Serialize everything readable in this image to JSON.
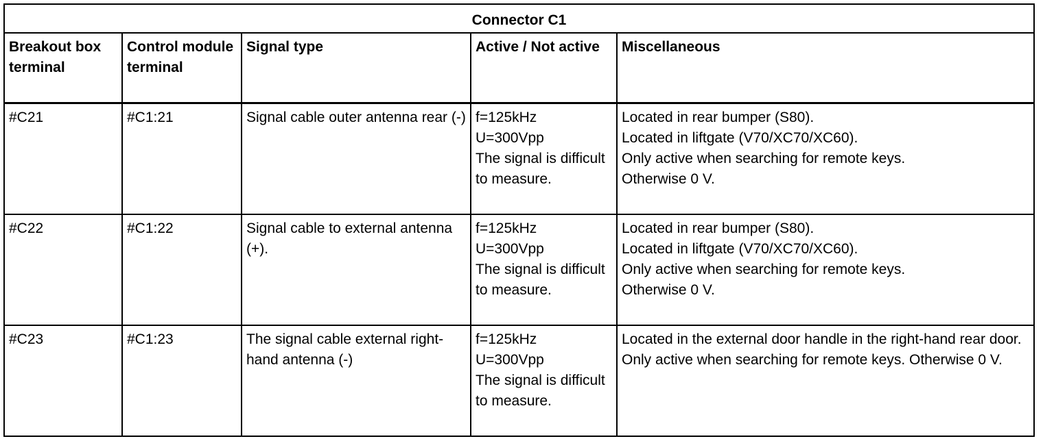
{
  "table": {
    "title": "Connector C1",
    "headers": [
      "Breakout box terminal",
      "Control module terminal",
      "Signal type",
      "Active / Not active",
      "Miscellaneous"
    ],
    "rows": [
      {
        "breakout": "#C21",
        "control": "#C1:21",
        "signal": "Signal cable outer antenna rear (-)",
        "active": [
          "f=125kHz",
          "U=300Vpp",
          "The signal is difficult to measure."
        ],
        "misc": [
          "Located in rear bumper (S80).",
          "Located in liftgate (V70/XC70/XC60).",
          "Only active when searching for remote keys.",
          "Otherwise 0 V."
        ]
      },
      {
        "breakout": "#C22",
        "control": "#C1:22",
        "signal": "Signal cable to external antenna (+).",
        "active": [
          "f=125kHz",
          "U=300Vpp",
          "The signal is difficult to measure."
        ],
        "misc": [
          "Located in rear bumper (S80).",
          "Located in liftgate (V70/XC70/XC60).",
          "Only active when searching for remote keys.",
          "Otherwise 0 V."
        ]
      },
      {
        "breakout": "#C23",
        "control": "#C1:23",
        "signal": "The signal cable external right-hand antenna (-)",
        "active": [
          "f=125kHz",
          "U=300Vpp",
          "The signal is difficult to measure."
        ],
        "misc": [
          "Located in the external door handle in the right-hand rear door. Only active when searching for remote keys. Otherwise 0 V."
        ]
      }
    ]
  }
}
